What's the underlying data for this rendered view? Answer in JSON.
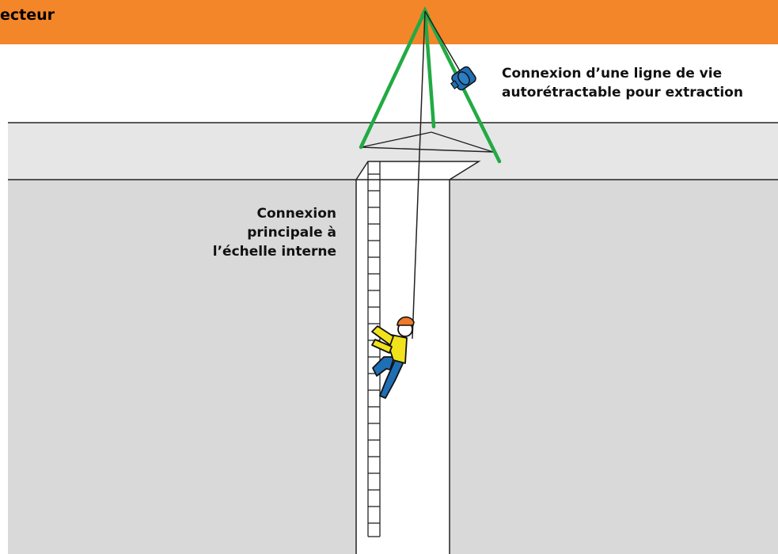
{
  "header": {
    "title": "ecteur"
  },
  "labels": {
    "retractable_line_1": "Connexion d’une ligne de vie",
    "retractable_line_2": "autorétractable pour extraction",
    "ladder_line_1": "Connexion",
    "ladder_line_2": "principale à",
    "ladder_line_3": "l’échelle interne"
  },
  "colors": {
    "header_bar": "#f4862a",
    "ground_surface": "#e6e6e6",
    "ground_cross_section": "#d9d9d9",
    "tripod_legs": "#22aa44",
    "retractable_device": "#1f6fb5",
    "worker_helmet": "#ee7a2a",
    "worker_torso": "#f2e21c",
    "worker_legs": "#1f6fb5"
  },
  "icons": {
    "device": "retractable-lifeline-icon",
    "worker": "climbing-worker-icon"
  }
}
